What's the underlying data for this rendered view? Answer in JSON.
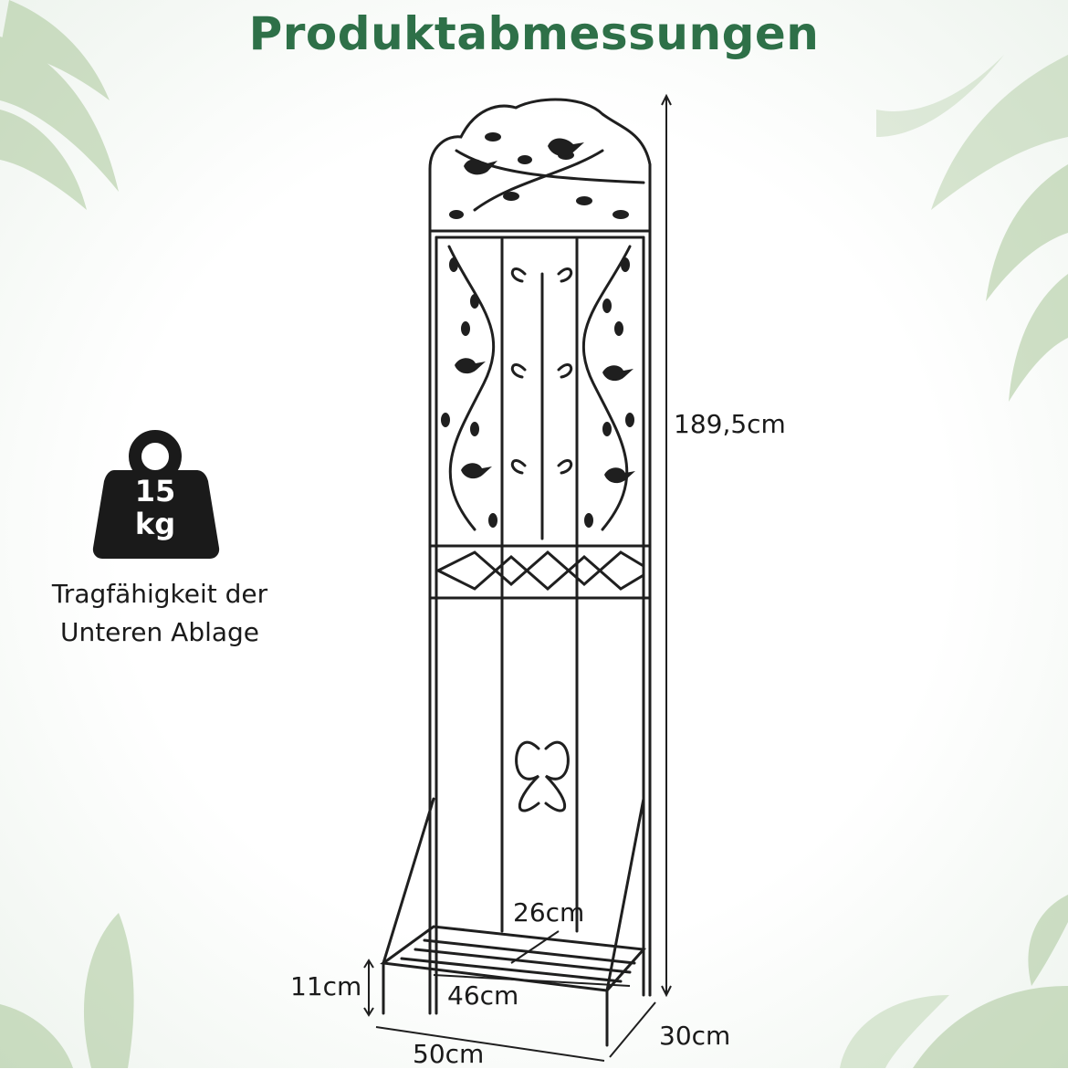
{
  "title": "Produktabmessungen",
  "weight": {
    "value": "15",
    "unit": "kg",
    "caption_line1": "Tragfähigkeit der",
    "caption_line2": "Unteren Ablage"
  },
  "dimensions": {
    "height": "189,5cm",
    "shelf_depth_inner": "26cm",
    "shelf_width_inner": "46cm",
    "shelf_height": "11cm",
    "base_width": "50cm",
    "base_depth": "30cm"
  },
  "colors": {
    "title": "#2e7048",
    "metal": "#1f1f1f",
    "leaf": "#a9c79a"
  },
  "icons": [
    "weight-icon",
    "leaf-decor",
    "bird-motif"
  ]
}
